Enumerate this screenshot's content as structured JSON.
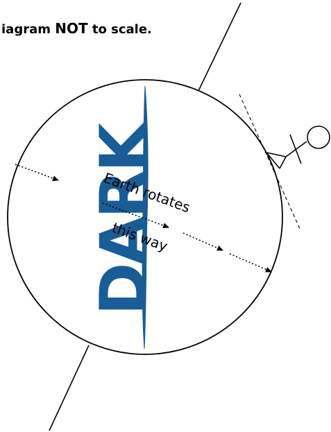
{
  "caption": {
    "prefix": "iagram ",
    "emphasis": "NOT",
    "suffix": " to scale."
  },
  "labels": {
    "dark_side": "DARK",
    "rotation_line1": "Earth rotates",
    "rotation_line2": "this way"
  },
  "colors": {
    "dark_side": "#1a5c96",
    "terminator": "#1a5c96",
    "ink": "#000000"
  },
  "icons": {
    "observer": "stick-figure-icon",
    "rotation": "dotted-arrow-icon"
  }
}
